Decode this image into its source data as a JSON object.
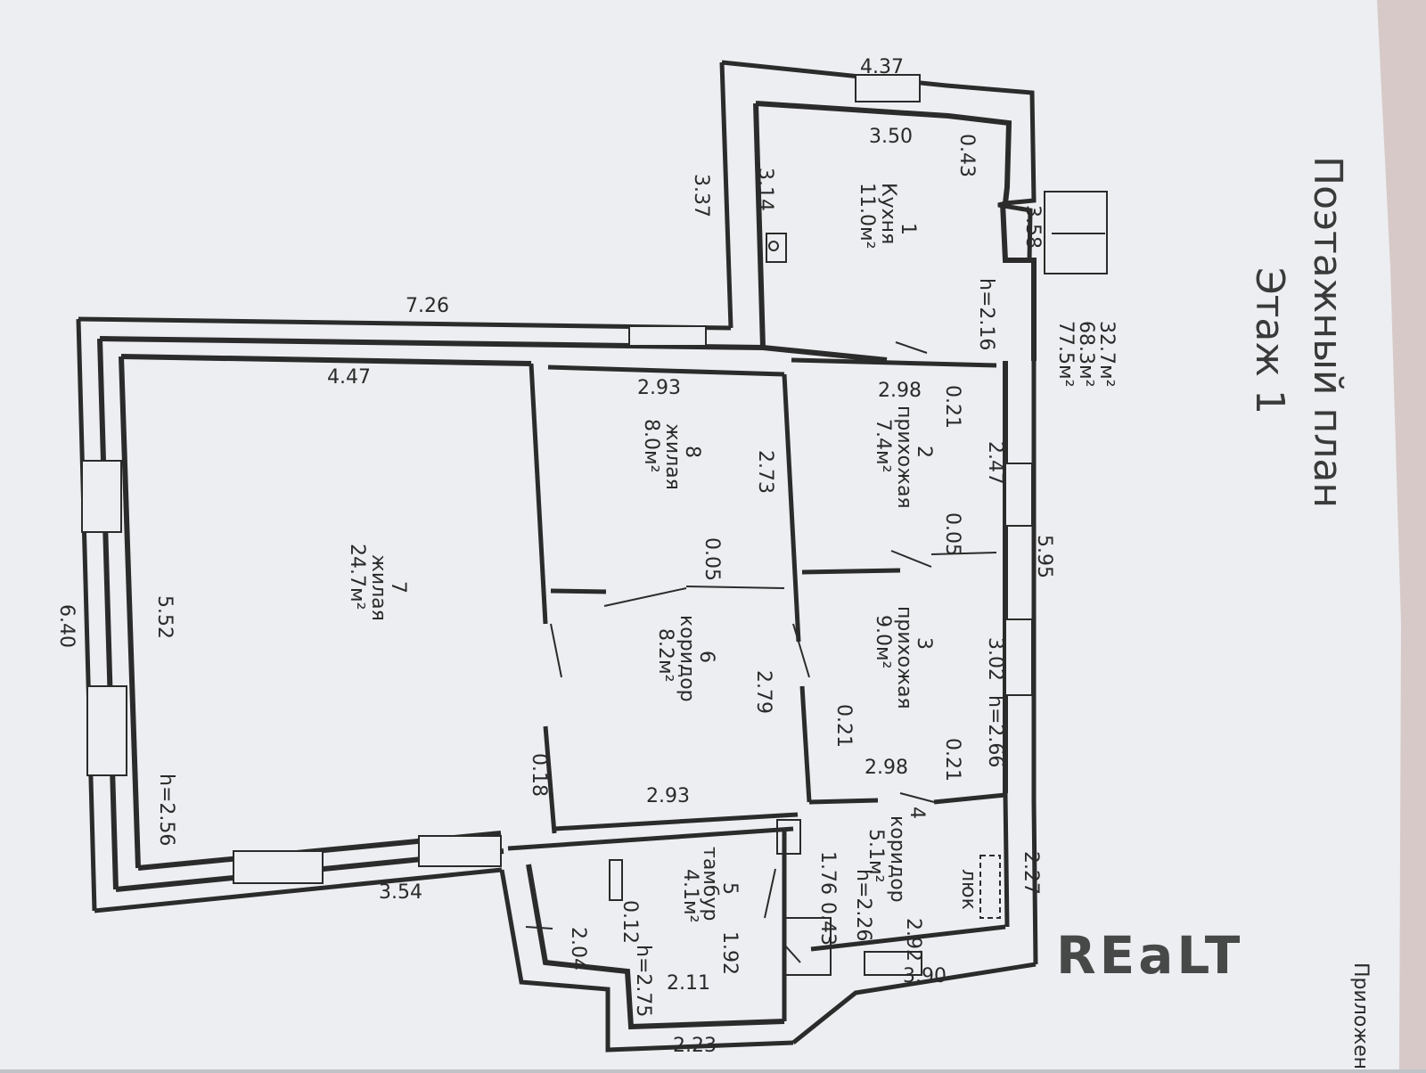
{
  "title": {
    "line1": "Поэтажный план",
    "line2": "Этаж 1"
  },
  "totals": [
    "32.7м²",
    "68.3м²",
    "77.5м²"
  ],
  "appendix": "Приложение",
  "watermark": "REaLT",
  "rooms": [
    {
      "num": "1",
      "name": "Кухня",
      "area": "11.0м²"
    },
    {
      "num": "2",
      "name": "прихожая",
      "area": "7.4м²"
    },
    {
      "num": "3",
      "name": "прихожая",
      "area": "9.0м²"
    },
    {
      "num": "4",
      "name": "коридор",
      "area": "5.1м²"
    },
    {
      "num": "5",
      "name": "тамбур",
      "area": "4.1м²"
    },
    {
      "num": "6",
      "name": "коридор",
      "area": "8.2м²"
    },
    {
      "num": "7",
      "name": "жилая",
      "area": "24.7м²"
    },
    {
      "num": "8",
      "name": "жилая",
      "area": "8.0м²"
    }
  ],
  "hatch": "люк",
  "dims": {
    "kitchen_outer": "4.37",
    "kitchen_inner": "3.50",
    "kitchen_side": "3.14",
    "kitchen_outer_side": "3.37",
    "kitchen_porch": "3.58",
    "kitchen_wall": "0.43",
    "kitchen_h": "h=2.16",
    "top_outer": "7.26",
    "room7_inner": "4.47",
    "room8_top": "2.93",
    "room8_side": "2.73",
    "room8_gap": "0.05",
    "hall2_top": "2.98",
    "hall2_side": "2.47",
    "hall2_wall": "0.21",
    "hall2_gap": "0.05",
    "right_outer": "5.95",
    "hall3_side": "3.02",
    "hall3_h": "h=2.66",
    "hall3_wall": "0.21",
    "hall3_bottom": "2.98",
    "corr6_side": "2.79",
    "corr6_wall": "0.21",
    "corr6_bottom": "2.93",
    "room7_side": "5.52",
    "room7_h": "h=2.56",
    "room7_wall": "0.18",
    "left_outer": "6.40",
    "bottom_left": "3.54",
    "corr4_side": "2.27",
    "corr4_inner": "1.76",
    "corr4_wall": "0.43",
    "corr4_h": "h=2.26",
    "corr4_len": "2.92",
    "corr4_outer": "3.90",
    "vest_wall": "0.12",
    "vest_side": "2.04",
    "vest_len": "1.92",
    "vest_h": "h=2.75",
    "vest_bottom": "2.11",
    "vest_outer": "2.23"
  }
}
